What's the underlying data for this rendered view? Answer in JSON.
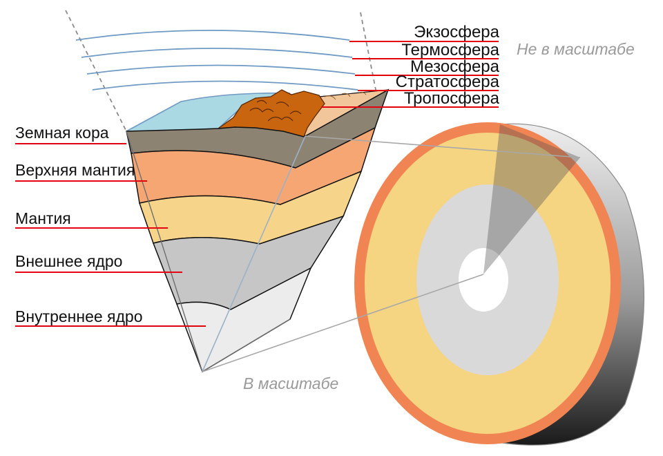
{
  "labels_left": [
    {
      "id": "crust",
      "text": "Земная кора"
    },
    {
      "id": "upper-mantle",
      "text": "Верхняя мантия"
    },
    {
      "id": "mantle",
      "text": "Мантия"
    },
    {
      "id": "outer-core",
      "text": "Внешнее ядро"
    },
    {
      "id": "inner-core",
      "text": "Внутреннее ядро"
    }
  ],
  "labels_right": [
    {
      "id": "exosphere",
      "text": "Экзосфера"
    },
    {
      "id": "thermosphere",
      "text": "Термосфера"
    },
    {
      "id": "mesosphere",
      "text": "Мезосфера"
    },
    {
      "id": "stratosphere",
      "text": "Стратосфера"
    },
    {
      "id": "troposphere",
      "text": "Тропосфера"
    }
  ],
  "notes": {
    "not_to_scale": "Не в масштабе",
    "to_scale": "В масштабе"
  },
  "colors": {
    "crust": "#8d8372",
    "upper_mantle": "#f6a673",
    "mantle": "#f6d58a",
    "outer_core": "#c6c6c6",
    "inner_core": "#ececec",
    "ocean": "#aad8e3",
    "land": "#c9650f",
    "land_light": "#f2c69b",
    "leader": "#e3000f",
    "atmosphere_lines": "#6e9ac4",
    "globe_crust": "#f08452",
    "globe_mantle": "#f5d482",
    "globe_core": "#d9d9d9"
  }
}
